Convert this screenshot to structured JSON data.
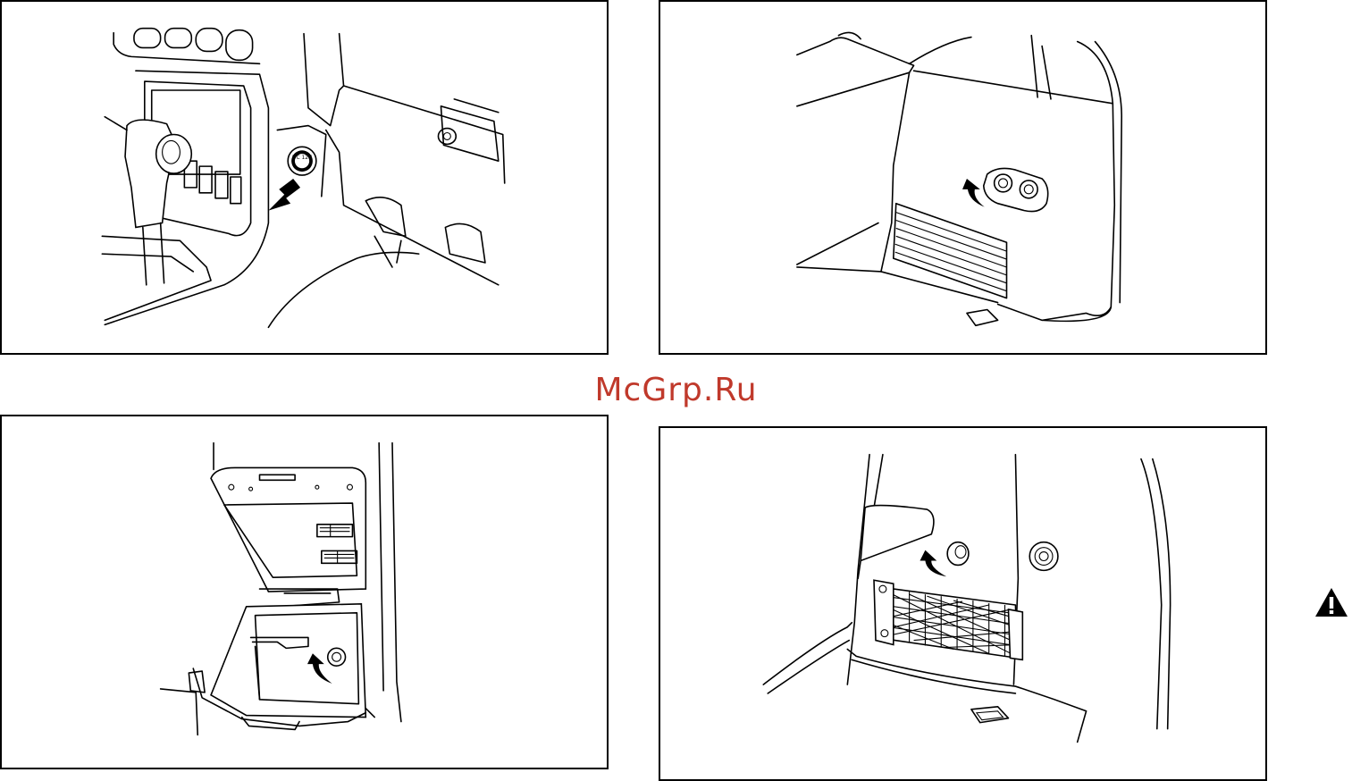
{
  "watermark": {
    "text": "McGrp.Ru",
    "color": "#c0392b"
  },
  "panels": [
    {
      "id": "p1",
      "label_text": "DC 12V"
    },
    {
      "id": "p2"
    },
    {
      "id": "p3"
    },
    {
      "id": "p4"
    }
  ],
  "icons": {
    "warning": "warning-triangle-icon"
  }
}
